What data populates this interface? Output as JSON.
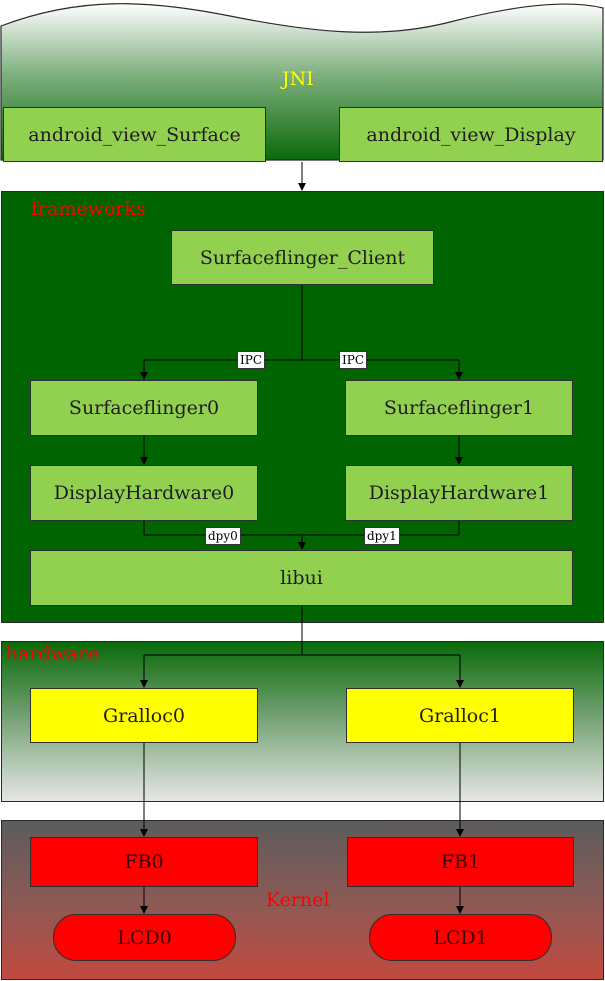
{
  "layers": {
    "jni": {
      "title": "JNI",
      "left_module": "android_view_Surface",
      "right_module": "android_view_Display"
    },
    "frameworks": {
      "title": "frameworks",
      "client": "Surfaceflinger_Client",
      "ipc_label": "IPC",
      "flinger0": "Surfaceflinger0",
      "flinger1": "Surfaceflinger1",
      "display0": "DisplayHardware0",
      "display1": "DisplayHardware1",
      "dpy0_label": "dpy0",
      "dpy1_label": "dpy1",
      "libui": "libui"
    },
    "hardware": {
      "title": "hardware",
      "gralloc0": "Gralloc0",
      "gralloc1": "Gralloc1"
    },
    "kernel": {
      "title": "Kernel",
      "fb0": "FB0",
      "fb1": "FB1",
      "lcd0": "LCD0",
      "lcd1": "LCD1"
    }
  },
  "colors": {
    "module_green": "#92d050",
    "frameworks_bg": "#006400",
    "gralloc_yellow": "#ffff00",
    "kernel_red": "#ff0000",
    "jni_title": "#ffff00",
    "layer_title_red": "#ff0000"
  }
}
